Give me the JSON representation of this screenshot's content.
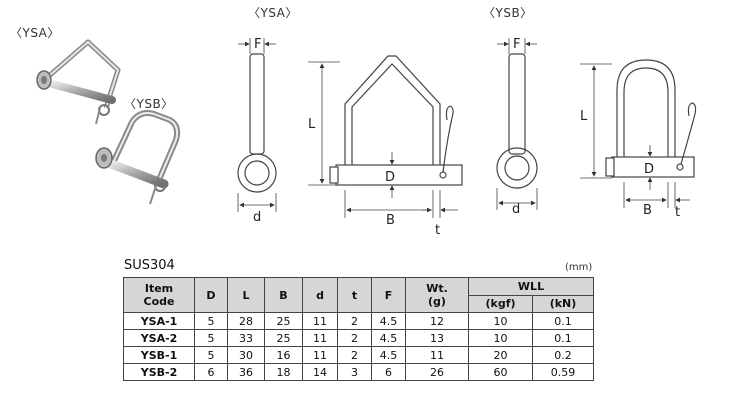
{
  "photos": {
    "ysa_label": "〈YSA〉",
    "ysb_label": "〈YSB〉"
  },
  "diagram": {
    "ysa_heading": "〈YSA〉",
    "ysb_heading": "〈YSB〉",
    "dims": {
      "F": "F",
      "L": "L",
      "D": "D",
      "d": "d",
      "B": "B",
      "t": "t"
    }
  },
  "table": {
    "title": "SUS304",
    "unit": "(mm)",
    "headers": {
      "item_code_1": "Item",
      "item_code_2": "Code",
      "D": "D",
      "L": "L",
      "B": "B",
      "d": "d",
      "t": "t",
      "F": "F",
      "wt_1": "Wt.",
      "wt_2": "(g)",
      "wll": "WLL",
      "wll_kgf": "(kgf)",
      "wll_kn": "(kN)"
    },
    "rows": [
      {
        "code": "YSA-1",
        "D": "5",
        "L": "28",
        "B": "25",
        "d": "11",
        "t": "2",
        "F": "4.5",
        "wt": "12",
        "kgf": "10",
        "kn": "0.1"
      },
      {
        "code": "YSA-2",
        "D": "5",
        "L": "33",
        "B": "25",
        "d": "11",
        "t": "2",
        "F": "4.5",
        "wt": "13",
        "kgf": "10",
        "kn": "0.1"
      },
      {
        "code": "YSB-1",
        "D": "5",
        "L": "30",
        "B": "16",
        "d": "11",
        "t": "2",
        "F": "4.5",
        "wt": "11",
        "kgf": "20",
        "kn": "0.2"
      },
      {
        "code": "YSB-2",
        "D": "6",
        "L": "36",
        "B": "18",
        "d": "14",
        "t": "3",
        "F": "6",
        "wt": "26",
        "kgf": "60",
        "kn": "0.59"
      }
    ]
  }
}
